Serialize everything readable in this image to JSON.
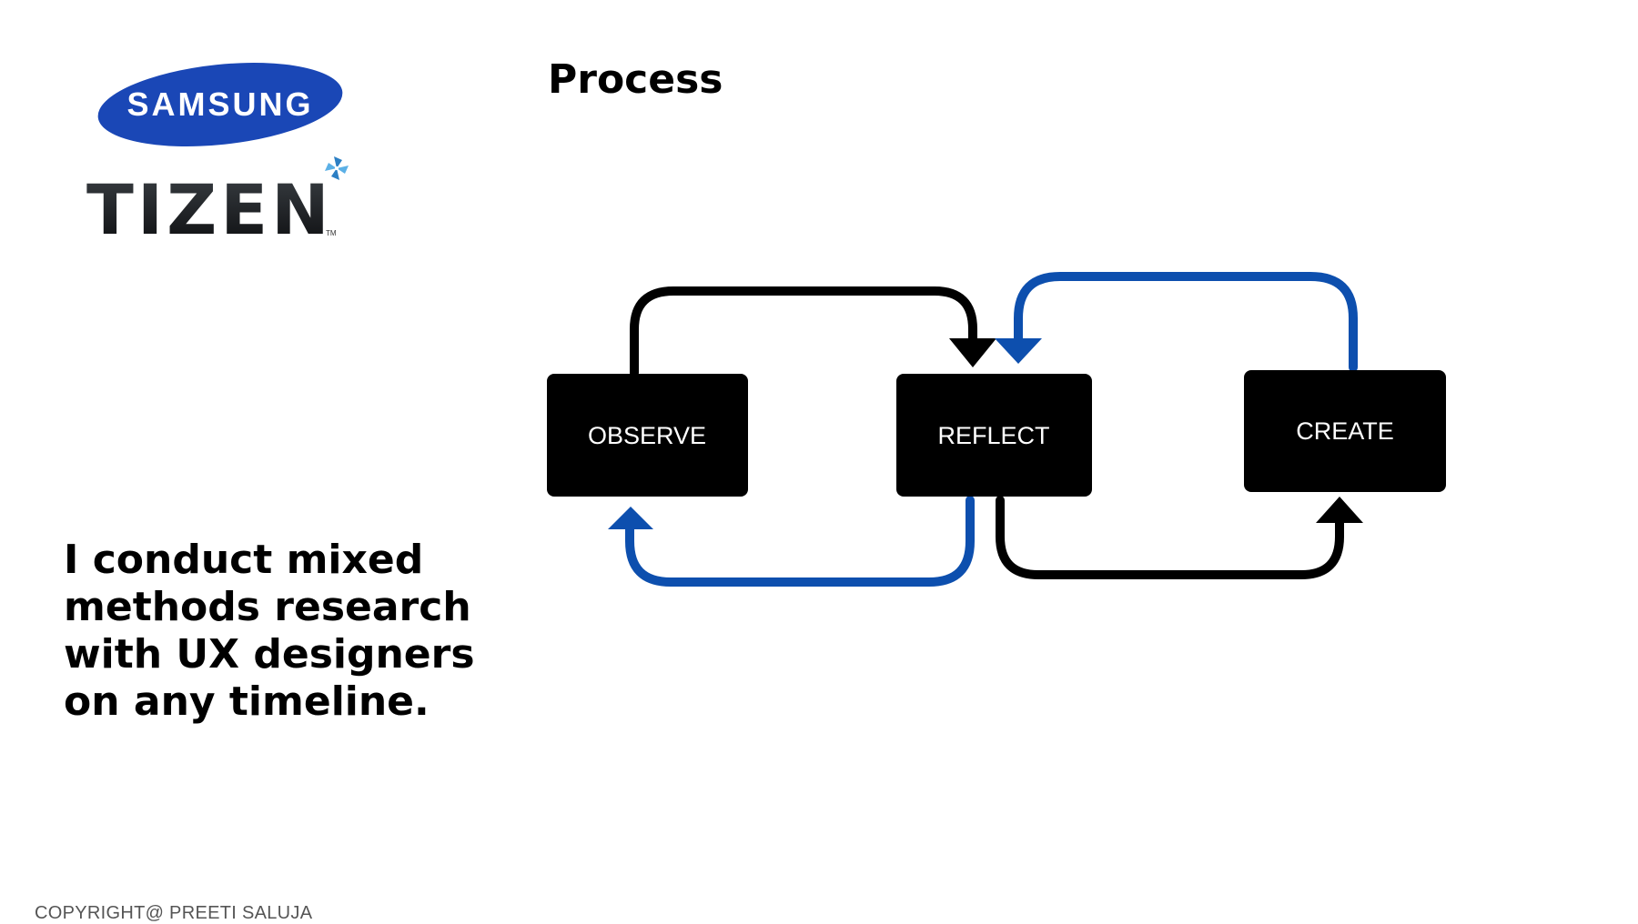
{
  "colors": {
    "background": "#ffffff",
    "box_fill": "#000000",
    "arrow_black": "#000000",
    "arrow_blue": "#0d4fae",
    "samsung_blue": "#1a47b6"
  },
  "branding": {
    "samsung": "SAMSUNG",
    "tizen": "TIZEN",
    "tizen_mark": "TM",
    "pinwheel_icon": "tizen-pinwheel-icon"
  },
  "slide": {
    "title": "Process"
  },
  "diagram": {
    "nodes": [
      {
        "id": "observe",
        "label": "OBSERVE"
      },
      {
        "id": "reflect",
        "label": "REFLECT"
      },
      {
        "id": "create",
        "label": "CREATE"
      }
    ],
    "edges": [
      {
        "from": "observe",
        "to": "reflect",
        "color": "black"
      },
      {
        "from": "reflect",
        "to": "observe",
        "color": "blue"
      },
      {
        "from": "create",
        "to": "reflect",
        "color": "blue"
      },
      {
        "from": "reflect",
        "to": "create",
        "color": "black"
      }
    ]
  },
  "tagline": {
    "lines": [
      "I conduct mixed",
      "methods research",
      "with UX designers",
      "on any timeline."
    ]
  },
  "footer": {
    "copyright": "COPYRIGHT@ PREETI SALUJA"
  }
}
